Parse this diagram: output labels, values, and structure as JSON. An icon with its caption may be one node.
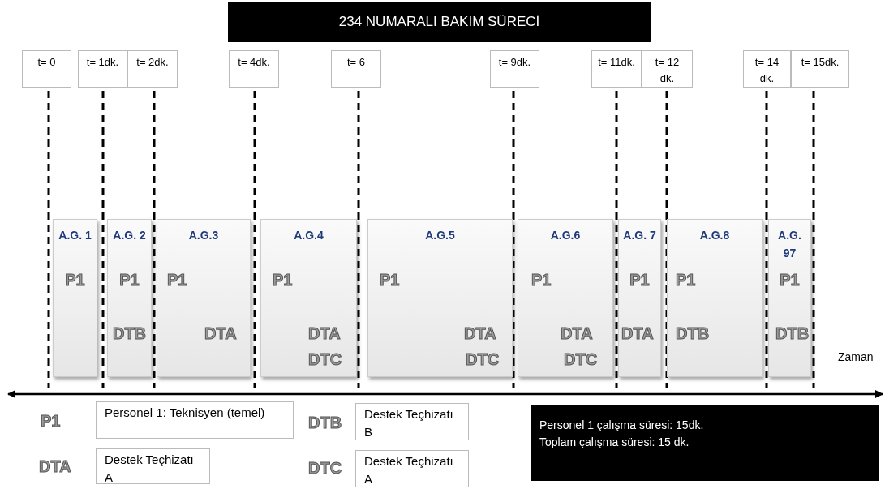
{
  "diagram": {
    "title": "234 NUMARALI BAKIM SÜRECİ",
    "nodes": [
      {
        "text": [
          "t= 0"
        ]
      },
      {
        "text": [
          "t= 1dk."
        ]
      },
      {
        "text": [
          "t= 2dk."
        ]
      },
      {
        "text": [
          "t= 4dk."
        ]
      },
      {
        "text": [
          "t= 6"
        ]
      },
      {
        "text": [
          "t= 9dk."
        ]
      },
      {
        "text": [
          "t= 11dk."
        ]
      },
      {
        "text": [
          "t= 12 dk."
        ]
      },
      {
        "text": [
          "t= 14 dk."
        ]
      },
      {
        "text": [
          "t= 15dk."
        ]
      },
      {
        "text": [
          "A.G. 1",
          "P1"
        ]
      },
      {
        "text": [
          "A.G. 2",
          "P1",
          "DTB"
        ]
      },
      {
        "text": [
          "A.G.3",
          "P1",
          "DTA"
        ]
      },
      {
        "text": [
          "A.G.4",
          "P1",
          "DTA",
          "DTC"
        ]
      },
      {
        "text": [
          "A.G.5",
          "P1",
          "DTA",
          "DTC"
        ]
      },
      {
        "text": [
          "A.G.6",
          "P1",
          "DTA",
          "DTC"
        ]
      },
      {
        "text": [
          "A.G. 7",
          "P1",
          "DTA"
        ]
      },
      {
        "text": [
          "A.G.8",
          "P1",
          "DTB"
        ]
      },
      {
        "text": [
          "A.G. 97",
          "P1",
          "DTB"
        ]
      },
      {
        "text": [
          "Personel 1: Teknisyen (temel)"
        ],
        "beside": [
          "P1"
        ]
      },
      {
        "text": [
          "Destek Teçhizatı A"
        ],
        "beside": [
          "DTA"
        ]
      },
      {
        "text": [
          "Destek Teçhizatı B"
        ],
        "beside": [
          "DTB"
        ]
      },
      {
        "text": [
          "Destek Teçhizatı A"
        ],
        "beside": [
          "DTC"
        ]
      },
      {
        "text": [
          "Personel 1 çalışma süresi: 15dk.",
          "Toplam çalışma süresi: 15 dk."
        ]
      }
    ],
    "edges": [],
    "labels": [
      "Zaman"
    ]
  }
}
